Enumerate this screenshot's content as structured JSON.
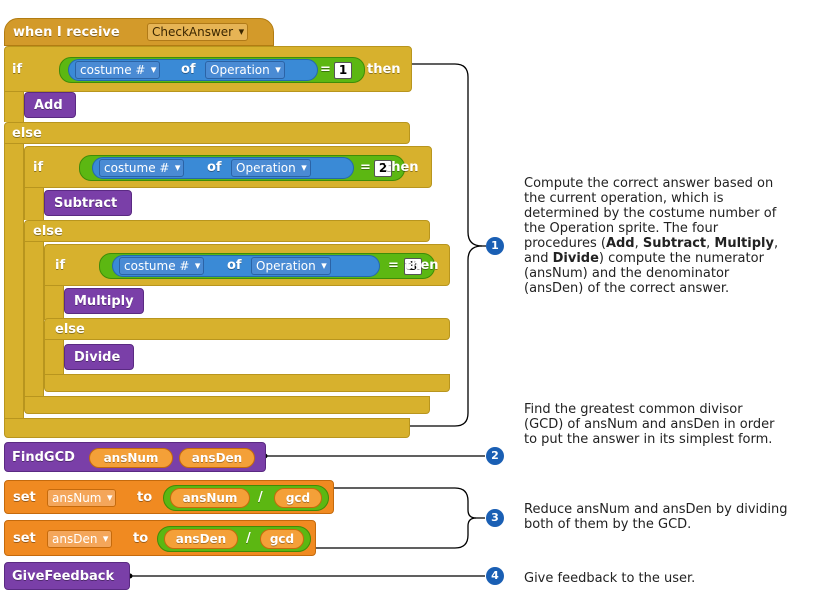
{
  "script": {
    "hat_label": "when I receive",
    "hat_message": "CheckAnswer",
    "if_label": "if",
    "else_label": "else",
    "then_label": "then",
    "of_label": "of",
    "equals_sign": "=",
    "to_label": "to",
    "set_label": "set",
    "divide_sign": "/",
    "conditions": [
      {
        "attribute": "costume #",
        "sprite": "Operation",
        "value": "1",
        "procedure": "Add"
      },
      {
        "attribute": "costume #",
        "sprite": "Operation",
        "value": "2",
        "procedure": "Subtract"
      },
      {
        "attribute": "costume #",
        "sprite": "Operation",
        "value": "3",
        "procedure": "Multiply"
      }
    ],
    "else_procedure": "Divide",
    "findgcd": {
      "label": "FindGCD",
      "arg1": "ansNum",
      "arg2": "ansDen"
    },
    "set_blocks": [
      {
        "variable": "ansNum",
        "dividend": "ansNum",
        "divisor": "gcd"
      },
      {
        "variable": "ansDen",
        "dividend": "ansDen",
        "divisor": "gcd"
      }
    ],
    "feedback_label": "GiveFeedback"
  },
  "annotations": [
    {
      "number": "1",
      "segments": [
        {
          "text": "Compute the correct answer based on the current operation, which is determined by the costume number of the Operation sprite. The four procedures (",
          "bold": false
        },
        {
          "text": "Add",
          "bold": true
        },
        {
          "text": ", ",
          "bold": false
        },
        {
          "text": "Subtract",
          "bold": true
        },
        {
          "text": ", ",
          "bold": false
        },
        {
          "text": "Multiply",
          "bold": true
        },
        {
          "text": ", and ",
          "bold": false
        },
        {
          "text": "Divide",
          "bold": true
        },
        {
          "text": ") compute the numerator (ansNum) and the denominator (ansDen) of the correct answer.",
          "bold": false
        }
      ]
    },
    {
      "number": "2",
      "text": "Find the greatest common divisor (GCD) of ansNum and ansDen in order to put the answer in its simplest form."
    },
    {
      "number": "3",
      "text": "Reduce ansNum and ansDen by dividing both of them by the GCD."
    },
    {
      "number": "4",
      "text": "Give feedback to the user."
    }
  ]
}
